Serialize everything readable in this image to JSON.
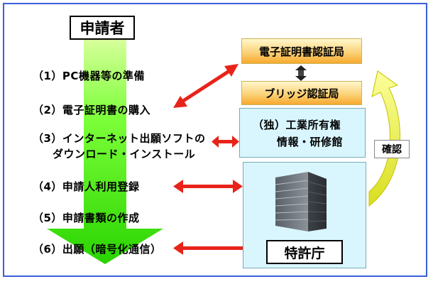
{
  "applicant": {
    "label": "申請者"
  },
  "steps": [
    "（1）PC機器等の準備",
    "（2）電子証明書の購入",
    "（3）インターネット出願ソフトの",
    "ダウンロード・インストール",
    "（4）申請人利用登録",
    "（5）申請書類の作成",
    "（6）出願（暗号化通信）"
  ],
  "certificate_authority": {
    "label": "電子証明書認証局"
  },
  "bridge_authority": {
    "label": "ブリッジ認証局"
  },
  "ipo_library": {
    "line1": "（独）工業所有権",
    "line2": "情報・研修館"
  },
  "jpo": {
    "label": "特許庁"
  },
  "confirmation": {
    "label": "確認"
  },
  "colors": {
    "border": "#3a5fd9",
    "flow_arrow": "#39e600",
    "link_arrow": "#e8231a",
    "confirm_arrow": "#e9f03c",
    "light_panel": "#d9f6ff",
    "authority_gradient_end": "#f7a92e"
  },
  "icons": [
    "building-icon",
    "double-arrow-icon"
  ]
}
